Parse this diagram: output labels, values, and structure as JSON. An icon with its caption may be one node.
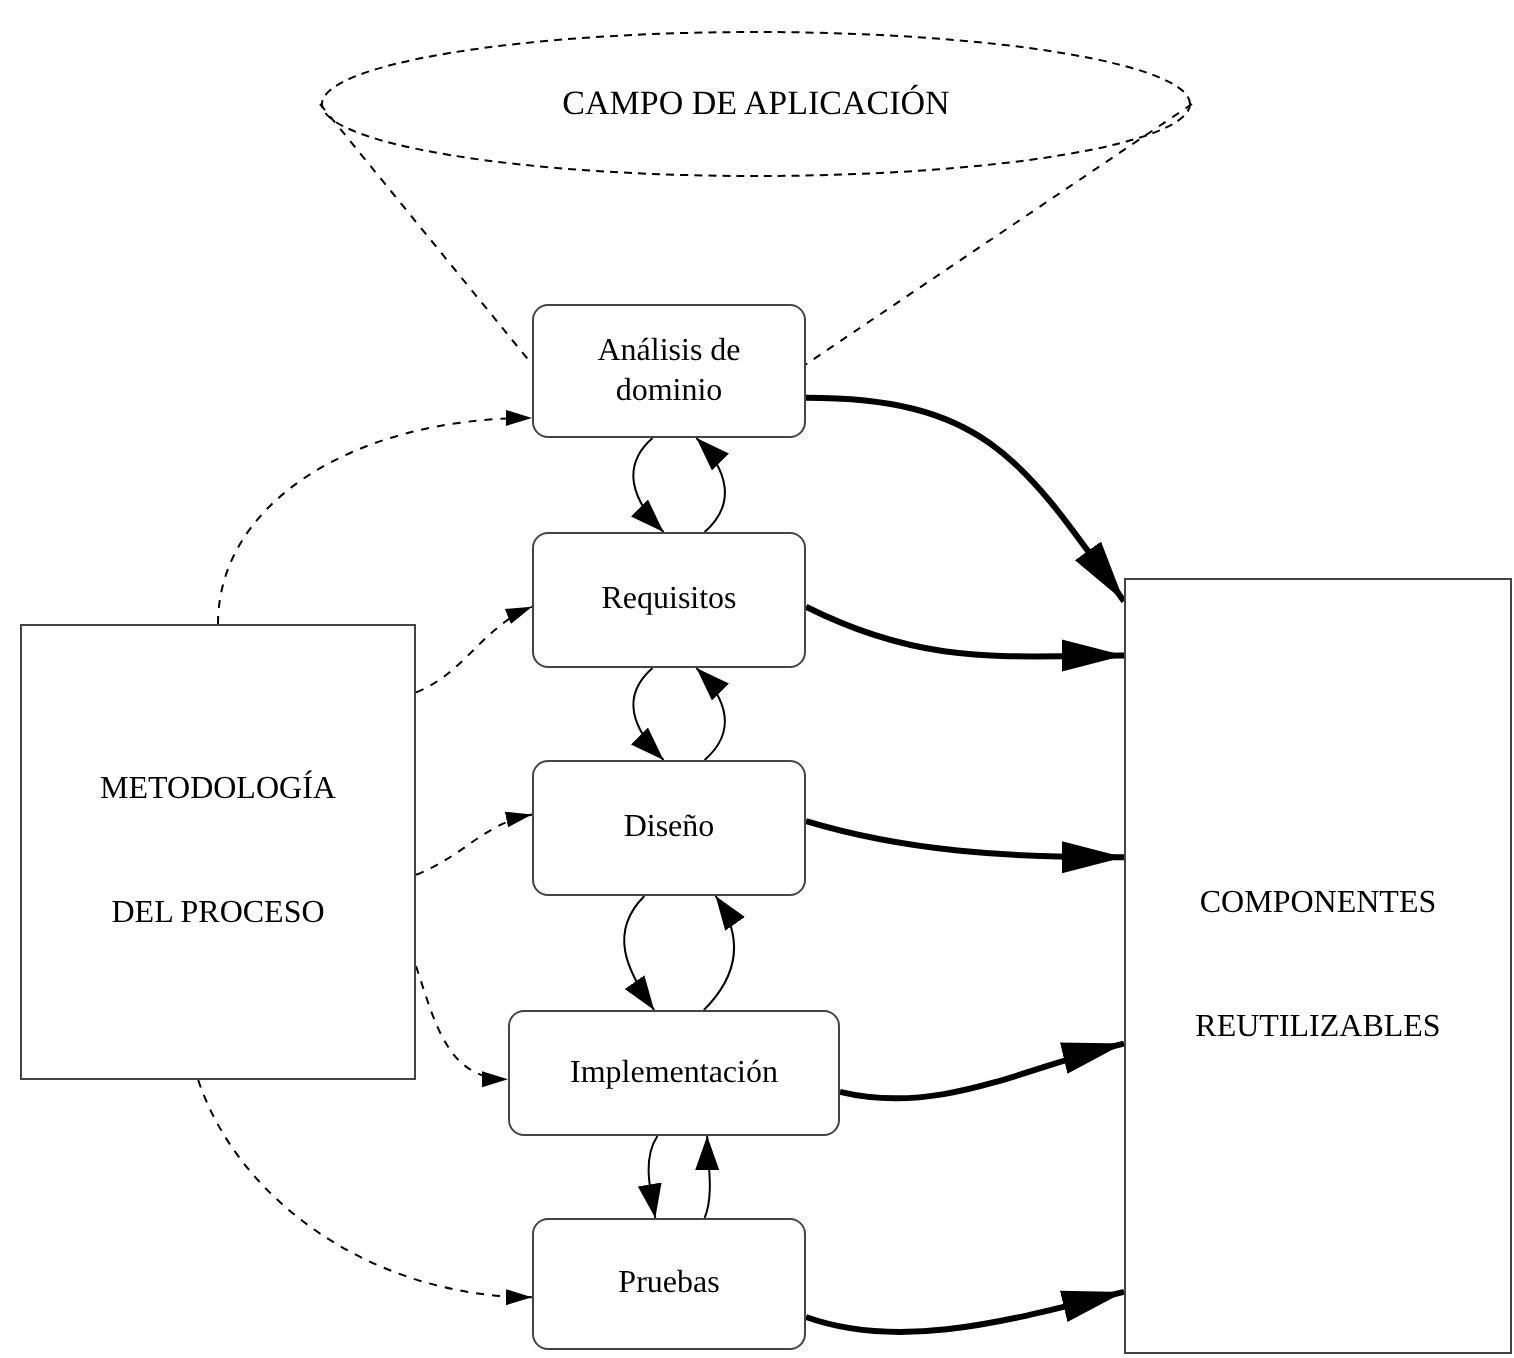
{
  "diagram": {
    "nodes": [
      {
        "text": [
          "CAMPO DE APLICACIÓN"
        ]
      },
      {
        "text": [
          "Análisis de dominio"
        ]
      },
      {
        "text": [
          "Requisitos"
        ]
      },
      {
        "text": [
          "Diseño"
        ]
      },
      {
        "text": [
          "Implementación"
        ]
      },
      {
        "text": [
          "Pruebas"
        ]
      },
      {
        "text": [
          "METODOLOGÍA",
          "DEL PROCESO"
        ]
      },
      {
        "text": [
          "COMPONENTES",
          "REUTILIZABLES"
        ]
      }
    ],
    "edges": [
      {
        "from": 0,
        "to": 1,
        "arrow": "none",
        "style": "dashed"
      },
      {
        "from": 0,
        "to": 1,
        "arrow": "none",
        "style": "dashed"
      },
      {
        "from": 6,
        "to": 1,
        "arrow": "to",
        "style": "dashed"
      },
      {
        "from": 6,
        "to": 2,
        "arrow": "to",
        "style": "dashed"
      },
      {
        "from": 6,
        "to": 3,
        "arrow": "to",
        "style": "dashed"
      },
      {
        "from": 6,
        "to": 4,
        "arrow": "to",
        "style": "dashed"
      },
      {
        "from": 6,
        "to": 5,
        "arrow": "to",
        "style": "dashed"
      },
      {
        "from": 1,
        "to": 2,
        "arrow": "to"
      },
      {
        "from": 2,
        "to": 1,
        "arrow": "to"
      },
      {
        "from": 2,
        "to": 3,
        "arrow": "to"
      },
      {
        "from": 3,
        "to": 2,
        "arrow": "to"
      },
      {
        "from": 3,
        "to": 4,
        "arrow": "to"
      },
      {
        "from": 4,
        "to": 3,
        "arrow": "to"
      },
      {
        "from": 4,
        "to": 5,
        "arrow": "to"
      },
      {
        "from": 5,
        "to": 4,
        "arrow": "to"
      },
      {
        "from": 1,
        "to": 7,
        "arrow": "to",
        "style": "thick"
      },
      {
        "from": 2,
        "to": 7,
        "arrow": "to",
        "style": "thick"
      },
      {
        "from": 3,
        "to": 7,
        "arrow": "to",
        "style": "thick"
      },
      {
        "from": 4,
        "to": 7,
        "arrow": "to",
        "style": "thick"
      },
      {
        "from": 5,
        "to": 7,
        "arrow": "to",
        "style": "thick"
      }
    ]
  }
}
